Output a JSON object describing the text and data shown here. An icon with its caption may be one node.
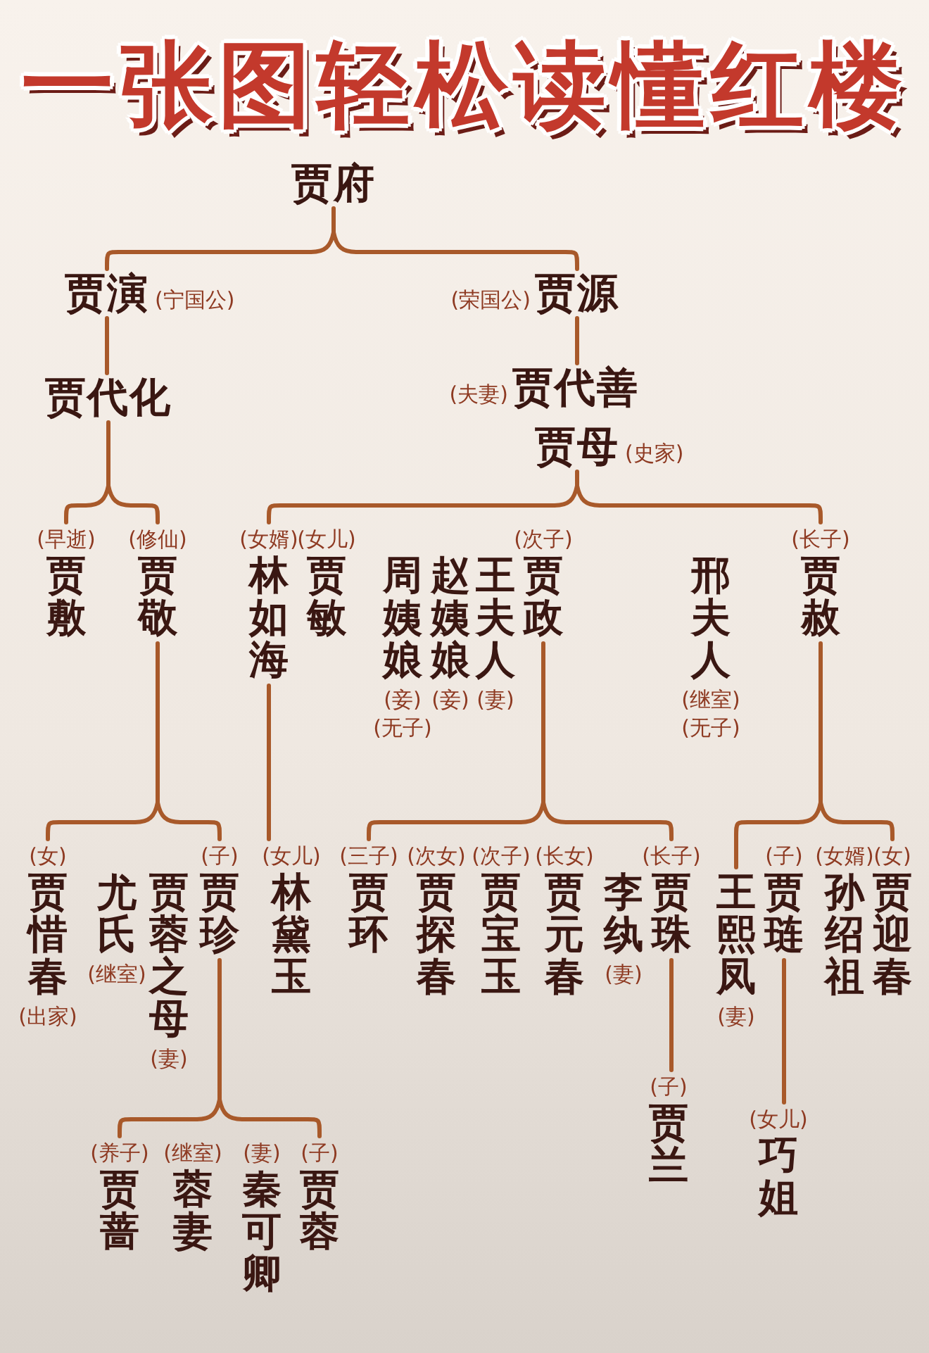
{
  "diagram": {
    "title": "一张图轻松读懂红楼",
    "nodes": [
      {
        "text": [
          "贾府"
        ]
      },
      {
        "text": [
          "贾演"
        ],
        "beside": [
          "(宁国公)"
        ]
      },
      {
        "text": [
          "贾源"
        ],
        "beside": [
          "(荣国公)"
        ]
      },
      {
        "text": [
          "贾代化"
        ]
      },
      {
        "text": [
          "贾代善"
        ],
        "beside": [
          "(夫妻)"
        ]
      },
      {
        "text": [
          "贾母"
        ],
        "beside": [
          "(史家)"
        ]
      },
      {
        "text": [
          "贾敷"
        ],
        "beside": [
          "(早逝)"
        ]
      },
      {
        "text": [
          "贾敬"
        ],
        "beside": [
          "(修仙)"
        ]
      },
      {
        "text": [
          "林如海"
        ],
        "beside": [
          "(女婿)"
        ]
      },
      {
        "text": [
          "贾敏"
        ],
        "beside": [
          "(女儿)"
        ]
      },
      {
        "text": [
          "周姨娘"
        ],
        "beside": [
          "(妾)",
          "(无子)"
        ]
      },
      {
        "text": [
          "赵姨娘"
        ],
        "beside": [
          "(妾)"
        ]
      },
      {
        "text": [
          "王夫人"
        ],
        "beside": [
          "(妻)"
        ]
      },
      {
        "text": [
          "贾政"
        ],
        "beside": [
          "(次子)"
        ]
      },
      {
        "text": [
          "邢夫人"
        ],
        "beside": [
          "(继室)",
          "(无子)"
        ]
      },
      {
        "text": [
          "贾赦"
        ],
        "beside": [
          "(长子)"
        ]
      },
      {
        "text": [
          "贾惜春"
        ],
        "beside": [
          "(女)",
          "(出家)"
        ]
      },
      {
        "text": [
          "尤氏"
        ],
        "beside": [
          "(继室)"
        ]
      },
      {
        "text": [
          "贾蓉之母"
        ],
        "beside": [
          "(妻)"
        ]
      },
      {
        "text": [
          "贾珍"
        ],
        "beside": [
          "(子)"
        ]
      },
      {
        "text": [
          "林黛玉"
        ],
        "beside": [
          "(女儿)"
        ]
      },
      {
        "text": [
          "贾环"
        ],
        "beside": [
          "(三子)"
        ]
      },
      {
        "text": [
          "贾探春"
        ],
        "beside": [
          "(次女)"
        ]
      },
      {
        "text": [
          "贾宝玉"
        ],
        "beside": [
          "(次子)"
        ]
      },
      {
        "text": [
          "贾元春"
        ],
        "beside": [
          "(长女)"
        ]
      },
      {
        "text": [
          "李纨"
        ],
        "beside": [
          "(妻)"
        ]
      },
      {
        "text": [
          "贾珠"
        ],
        "beside": [
          "(长子)"
        ]
      },
      {
        "text": [
          "贾兰"
        ],
        "beside": [
          "(子)"
        ]
      },
      {
        "text": [
          "王熙凤"
        ],
        "beside": [
          "(妻)"
        ]
      },
      {
        "text": [
          "贾琏"
        ],
        "beside": [
          "(子)"
        ]
      },
      {
        "text": [
          "孙绍祖"
        ],
        "beside": [
          "(女婿)"
        ]
      },
      {
        "text": [
          "贾迎春"
        ],
        "beside": [
          "(女)"
        ]
      },
      {
        "text": [
          "巧姐"
        ],
        "beside": [
          "(女儿)"
        ]
      },
      {
        "text": [
          "贾蔷"
        ],
        "beside": [
          "(养子)"
        ]
      },
      {
        "text": [
          "蓉妻"
        ],
        "beside": [
          "(继室)"
        ]
      },
      {
        "text": [
          "秦可卿"
        ],
        "beside": [
          "(妻)"
        ]
      },
      {
        "text": [
          "贾蓉"
        ],
        "beside": [
          "(子)"
        ]
      }
    ],
    "edges": [
      {
        "from": 0,
        "to": 1,
        "arrow": "none"
      },
      {
        "from": 0,
        "to": 2,
        "arrow": "none"
      },
      {
        "from": 1,
        "to": 3,
        "arrow": "none"
      },
      {
        "from": 2,
        "to": 4,
        "arrow": "none"
      },
      {
        "from": 3,
        "to": 6,
        "arrow": "none"
      },
      {
        "from": 3,
        "to": 7,
        "arrow": "none"
      },
      {
        "from": 5,
        "to": 8,
        "arrow": "none"
      },
      {
        "from": 5,
        "to": 15,
        "arrow": "none"
      },
      {
        "from": 7,
        "to": 16,
        "arrow": "none"
      },
      {
        "from": 7,
        "to": 19,
        "arrow": "none"
      },
      {
        "from": 8,
        "to": 20,
        "arrow": "none"
      },
      {
        "from": 13,
        "to": 21,
        "arrow": "none"
      },
      {
        "from": 13,
        "to": 26,
        "arrow": "none"
      },
      {
        "from": 15,
        "to": 28,
        "arrow": "none"
      },
      {
        "from": 15,
        "to": 31,
        "arrow": "none"
      },
      {
        "from": 26,
        "to": 27,
        "arrow": "none"
      },
      {
        "from": 29,
        "to": 32,
        "arrow": "none"
      },
      {
        "from": 19,
        "to": 33,
        "arrow": "none"
      },
      {
        "from": 19,
        "to": 36,
        "arrow": "none"
      }
    ]
  }
}
